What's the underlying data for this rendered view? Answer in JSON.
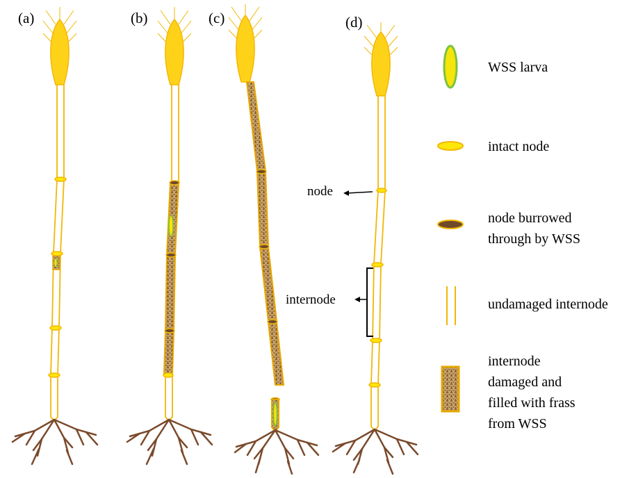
{
  "colors": {
    "stem_outline": "#f2b705",
    "head_fill": "#ffd21a",
    "awn": "#f2b705",
    "node_fill": "#ffe60a",
    "node_outline": "#f2b705",
    "burrowed_node_fill": "#6e4a2a",
    "frass_fill": "#b58a4c",
    "frass_outline": "#e6a700",
    "larva_fill": "#f5e50a",
    "larva_outline": "#7cc242",
    "root": "#7a4a2b",
    "annotation": "#000000"
  },
  "panels": [
    {
      "label": "(a)"
    },
    {
      "label": "(b)"
    },
    {
      "label": "(c)"
    },
    {
      "label": "(d)"
    }
  ],
  "annotations": {
    "node_label": "node",
    "internode_label": "internode"
  },
  "legend": {
    "items": [
      {
        "icon": "wss-larva-icon",
        "lines": [
          "WSS larva"
        ]
      },
      {
        "icon": "intact-node-icon",
        "lines": [
          "intact node"
        ]
      },
      {
        "icon": "burrowed-node-icon",
        "lines": [
          "node burrowed",
          "through by WSS"
        ]
      },
      {
        "icon": "undamaged-internode-icon",
        "lines": [
          "undamaged internode"
        ]
      },
      {
        "icon": "damaged-internode-icon",
        "lines": [
          "internode",
          "damaged and",
          "filled with frass",
          "from WSS"
        ]
      }
    ]
  }
}
